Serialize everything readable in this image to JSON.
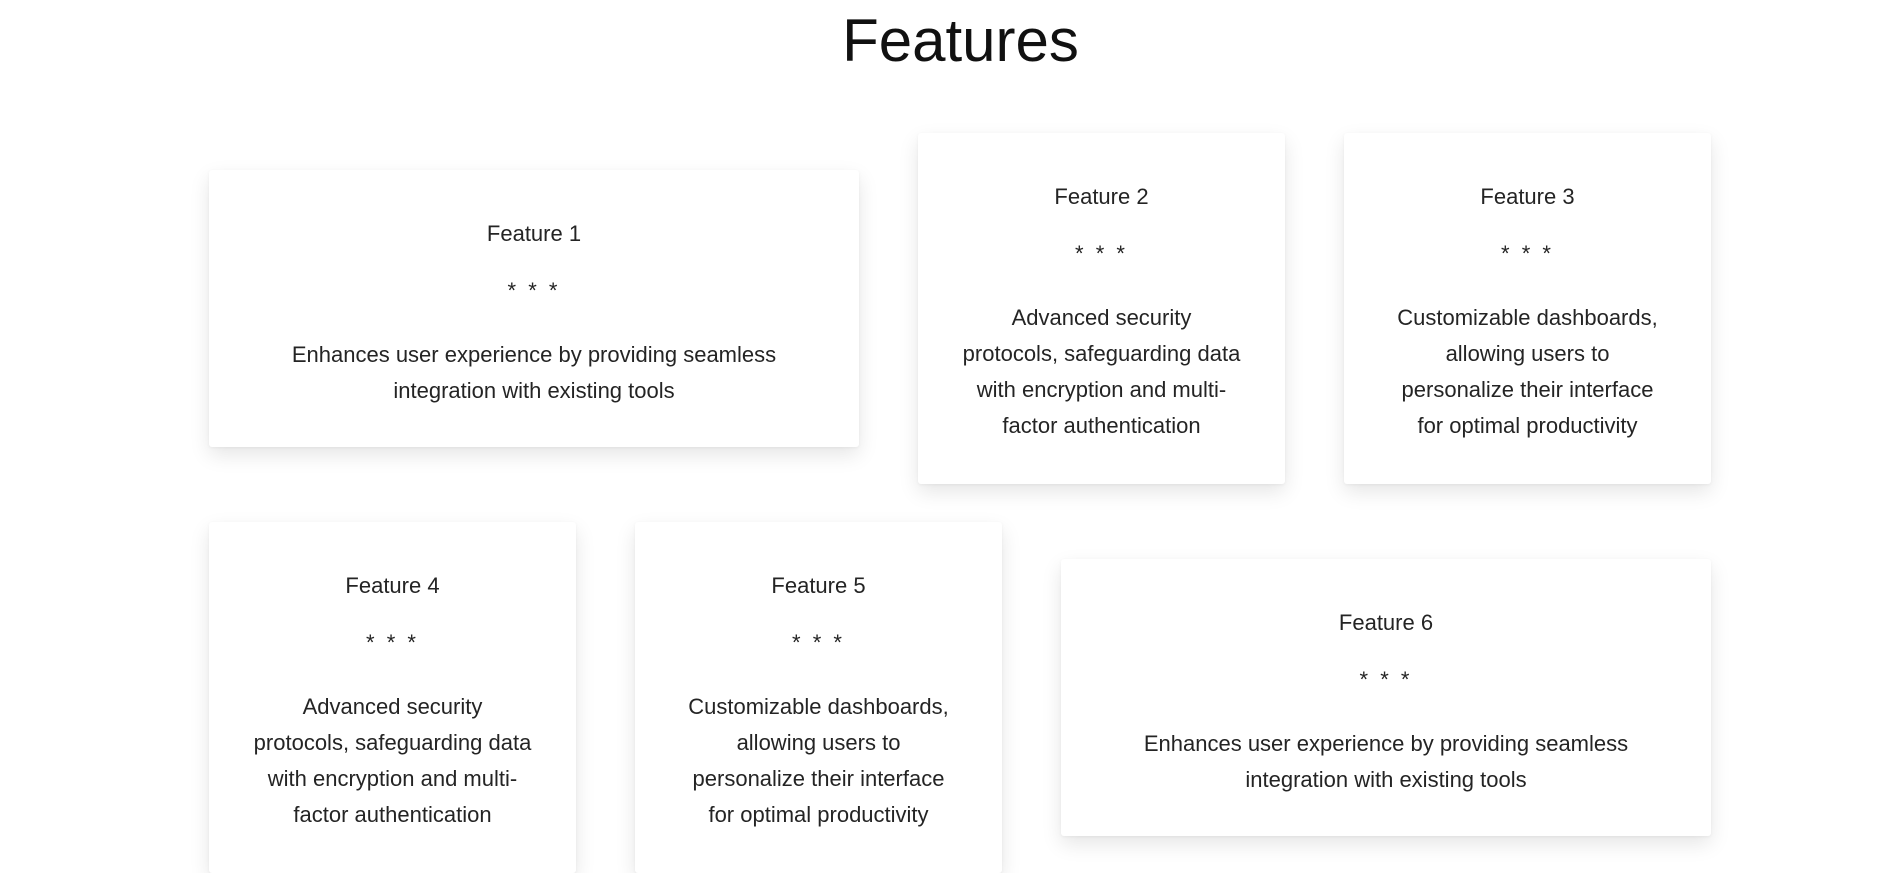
{
  "page": {
    "title": "Features"
  },
  "colors": {
    "page_background": "#ffffff",
    "card_background": "#ffffff",
    "title_text": "#111111",
    "body_text": "#242424"
  },
  "features": [
    {
      "title": "Feature 1",
      "stars": "* * *",
      "description_lines": [
        "Enhances user experience by providing seamless",
        "integration with existing tools"
      ]
    },
    {
      "title": "Feature 2",
      "stars": "* * *",
      "description_lines": [
        "Advanced security",
        "protocols, safeguarding data",
        "with encryption and multi-",
        "factor authentication"
      ]
    },
    {
      "title": "Feature 3",
      "stars": "* * *",
      "description_lines": [
        "Customizable dashboards,",
        "allowing users to",
        "personalize their interface",
        "for optimal productivity"
      ]
    },
    {
      "title": "Feature 4",
      "stars": "* * *",
      "description_lines": [
        "Advanced security",
        "protocols, safeguarding data",
        "with encryption and multi-",
        "factor authentication"
      ]
    },
    {
      "title": "Feature 5",
      "stars": "* * *",
      "description_lines": [
        "Customizable dashboards,",
        "allowing users to",
        "personalize their interface",
        "for optimal productivity"
      ]
    },
    {
      "title": "Feature 6",
      "stars": "* * *",
      "description_lines": [
        "Enhances user experience by providing seamless",
        "integration with existing tools"
      ]
    }
  ]
}
